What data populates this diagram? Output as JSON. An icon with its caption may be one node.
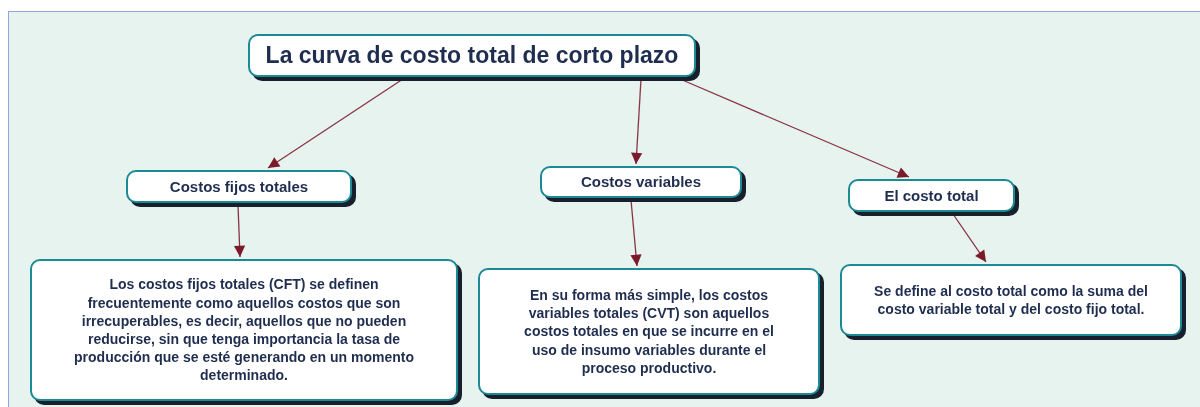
{
  "diagram": {
    "nodes": [
      {
        "text": [
          "La curva de costo total de corto plazo"
        ]
      },
      {
        "text": [
          "Costos fijos totales"
        ]
      },
      {
        "text": [
          "Costos variables"
        ]
      },
      {
        "text": [
          "El costo total"
        ]
      },
      {
        "text": [
          "Los costos fijos totales (CFT) se definen frecuentemente como aquellos costos que son irrecuperables, es decir, aquellos que no pueden reducirse, sin que tenga importancia la tasa de producción que se esté generando en un momento determinado."
        ]
      },
      {
        "text": [
          "En su forma más simple, los costos variables totales (CVT) son aquellos costos totales en que se incurre en el uso de insumo variables durante el proceso productivo."
        ]
      },
      {
        "text": [
          "Se define al costo total como la suma del costo variable total y del costo fijo total."
        ]
      }
    ],
    "edges": [
      {
        "from": 0,
        "to": 1,
        "arrow": "to"
      },
      {
        "from": 0,
        "to": 2,
        "arrow": "to"
      },
      {
        "from": 0,
        "to": 3,
        "arrow": "to"
      },
      {
        "from": 1,
        "to": 4,
        "arrow": "to"
      },
      {
        "from": 2,
        "to": 5,
        "arrow": "to"
      },
      {
        "from": 3,
        "to": 6,
        "arrow": "to"
      }
    ]
  }
}
